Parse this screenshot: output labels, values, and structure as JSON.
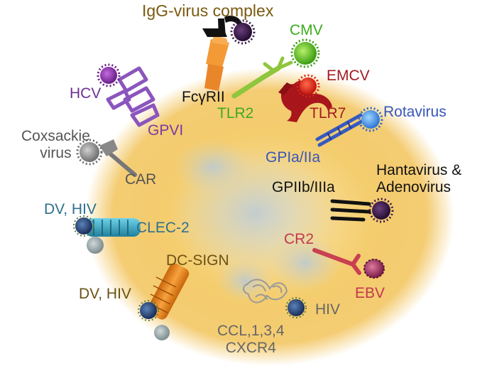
{
  "colors": {
    "platelet": "#f2c35a",
    "ig_complex": "#7a5a10",
    "cmv": "#3cab1e",
    "emcv": "#a31b22",
    "hcv": "#6e2f95",
    "gpvi": "#7a3aa6",
    "coxsackie": "#555555",
    "gp1a": "#3856b8",
    "gp2b": "#111111",
    "clec2": "#2e6f8e",
    "cr2": "#c2384f",
    "dcsign": "#6b5214",
    "hiv_ccl": "#666666"
  },
  "icons": {
    "platelet": "platelet-body",
    "virus": "virus-particle",
    "receptor": "membrane-receptor"
  },
  "labels": {
    "igg_complex": "IgG-virus complex",
    "cmv": "CMV",
    "emcv": "EMCV",
    "hcv": "HCV",
    "fcgrii": "FcγRII",
    "tlr2": "TLR2",
    "tlr7": "TLR7",
    "rotavirus": "Rotavirus",
    "gpvi": "GPVI",
    "coxsackie": "Coxsackie\nvirus",
    "car": "CAR",
    "gp1a": "GPIa/IIa",
    "hantavirus": "Hantavirus &\nAdenovirus",
    "gp2b": "GPIIb/IIIa",
    "dv_hiv_top": "DV, HIV",
    "clec2": "CLEC-2",
    "cr2": "CR2",
    "dcsign": "DC-SIGN",
    "dv_hiv_bottom": "DV, HIV",
    "ebv": "EBV",
    "hiv": "HIV",
    "ccl": "CCL,1,3,4\nCXCR4"
  }
}
